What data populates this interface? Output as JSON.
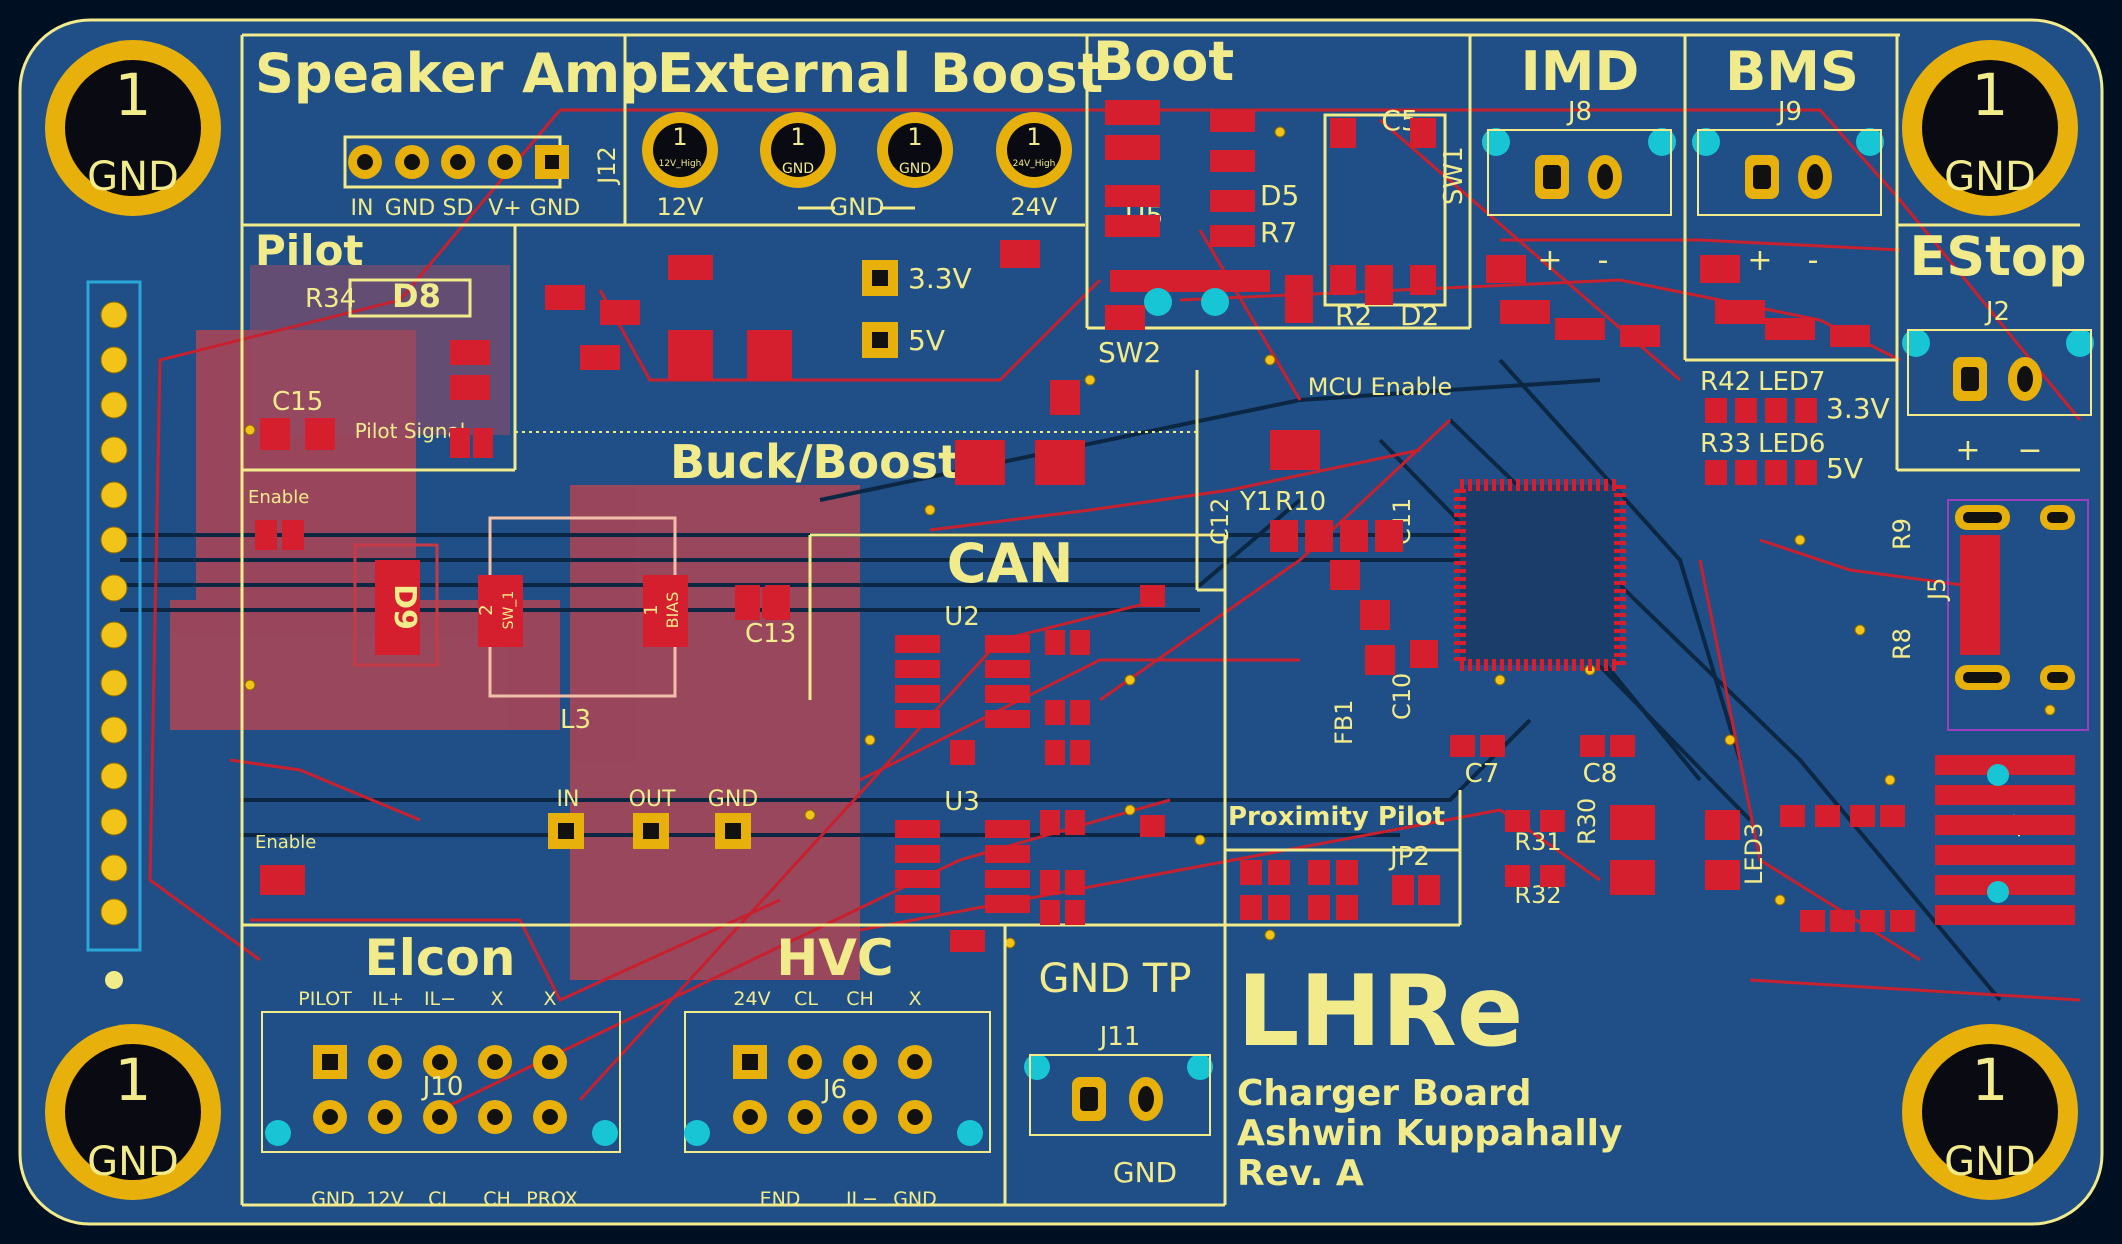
{
  "board": {
    "colors": {
      "background": "#001023",
      "board": "#1f4f86",
      "silk": "#f2eb8c",
      "pad": "#d51e2e",
      "copper_ring": "#e8b00b",
      "zone": "#c2444f"
    },
    "mount_hole_number": "1",
    "mount_hole_label": "GND"
  },
  "sections": {
    "speaker_amp": {
      "title": "Speaker Amp",
      "pins": [
        "IN",
        "GND",
        "SD",
        "V+",
        "GND"
      ],
      "ref": "J12"
    },
    "external_boost": {
      "title": "External Boost",
      "terms": [
        "12V_High",
        "GND",
        "GND",
        "24V_High"
      ],
      "labels": [
        "12V",
        "GND",
        "24V"
      ],
      "term_num": "1"
    },
    "boot": {
      "title": "Boot",
      "refs": [
        "C5",
        "U5",
        "D5",
        "R7",
        "SW1",
        "SW2",
        "R2",
        "D2"
      ]
    },
    "imd": {
      "title": "IMD",
      "ref": "J8"
    },
    "bms": {
      "title": "BMS",
      "ref": "J9"
    },
    "estop": {
      "title": "EStop",
      "ref": "J2",
      "plus": "+",
      "minus": "−"
    },
    "pilot": {
      "title": "Pilot",
      "refs": [
        "R34",
        "D8",
        "C15"
      ],
      "signal": "Pilot Signal",
      "enable": "Enable"
    },
    "buck_boost": {
      "title": "Buck/Boost",
      "refs": [
        "D9",
        "L3"
      ],
      "pad_sw": "SW_1",
      "pad_bias": "BIAS",
      "pin_num_2": "2",
      "pin_num_1": "1",
      "test_points": [
        "IN",
        "OUT",
        "GND"
      ],
      "enable": "Enable",
      "rail_33": "3.3V",
      "rail_5": "5V"
    },
    "mcu": {
      "title": "MCU Enable",
      "refs": [
        "Y1",
        "R10",
        "C12",
        "C11",
        "C10",
        "FB1",
        "C7",
        "C8",
        "R30",
        "R31",
        "R32",
        "LED3",
        "J1"
      ]
    },
    "can": {
      "title": "CAN",
      "refs": [
        "U2",
        "U3",
        "C13"
      ]
    },
    "leds": {
      "r42": "R42",
      "led7": "LED7",
      "v33": "3.3V",
      "r33": "R33",
      "led6": "LED6",
      "v5": "5V"
    },
    "usb": {
      "refs": [
        "R9",
        "J5",
        "R8"
      ]
    },
    "proximity": {
      "title": "Proximity Pilot",
      "ref": "JP2"
    },
    "elcon": {
      "title": "Elcon",
      "top_pins": [
        "PILOT",
        "IL+",
        "IL−",
        "X",
        "X"
      ],
      "bottom_pins": [
        "GND",
        "12V",
        "CL",
        "CH",
        "PROX"
      ],
      "ref": "J10"
    },
    "hvc": {
      "title": "HVC",
      "top_pins": [
        "24V",
        "CL",
        "CH",
        "X"
      ],
      "bottom_pins": [
        "END",
        "IL−",
        "GND"
      ],
      "ref": "J6"
    },
    "gnd_tp": {
      "title": "GND TP",
      "ref": "J11",
      "label": "GND"
    }
  },
  "branding": {
    "logo": "LHRe",
    "line1": "Charger Board",
    "line2": "Ashwin Kuppahally",
    "line3": "Rev. A"
  }
}
